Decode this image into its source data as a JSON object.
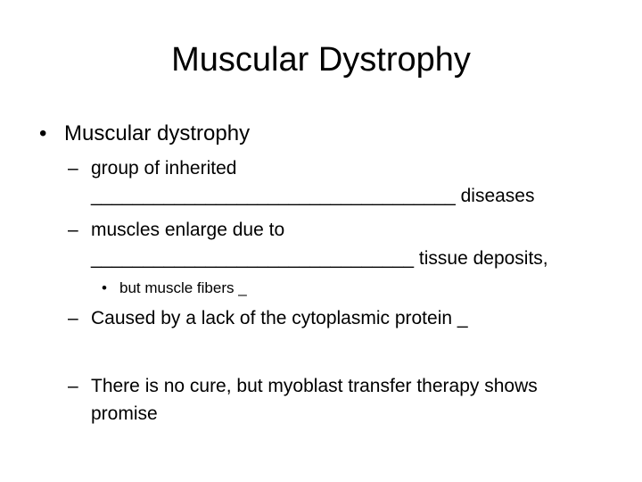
{
  "slide": {
    "title": "Muscular Dystrophy",
    "bullet_symbol": "•",
    "dash_symbol": "–",
    "items": [
      {
        "text": "Muscular dystrophy",
        "subitems": [
          {
            "line1": "group of inherited",
            "line2": "___________________________________ diseases"
          },
          {
            "line1": "muscles enlarge due to",
            "line2": "_______________________________ tissue deposits,",
            "subitems": [
              {
                "text": "but muscle fibers _"
              }
            ]
          },
          {
            "line1": "Caused by a lack of the cytoplasmic protein _"
          },
          {
            "line1": "There is no cure, but myoblast transfer therapy shows",
            "line2": "promise"
          }
        ]
      }
    ]
  }
}
